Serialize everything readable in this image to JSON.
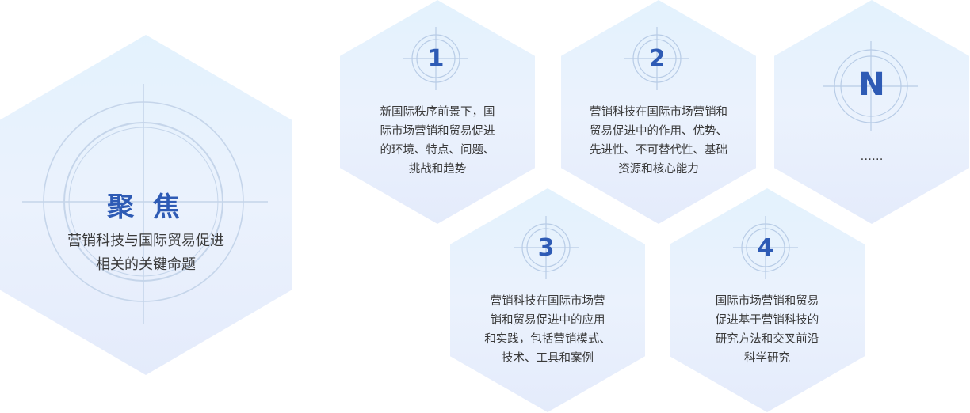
{
  "main": {
    "title": "聚 焦",
    "subtitle_lines": [
      "营销科技与国际贸易促进",
      "相关的关键命题"
    ]
  },
  "cards": [
    {
      "number": "1",
      "lines": [
        "新国际秩序前景下，国",
        "际市场营销和贸易促进",
        "的环境、特点、问题、",
        "挑战和趋势"
      ]
    },
    {
      "number": "2",
      "lines": [
        "营销科技在国际市场营销和",
        "贸易促进中的作用、优势、",
        "先进性、不可替代性、基础",
        "资源和核心能力"
      ]
    },
    {
      "number": "N",
      "lines": [
        "……"
      ]
    },
    {
      "number": "3",
      "lines": [
        "营销科技在国际市场营",
        "销和贸易促进中的应用",
        "和实践，包括营销模式、",
        "技术、工具和案例"
      ]
    },
    {
      "number": "4",
      "lines": [
        "国际市场营销和贸易",
        "促进基于营销科技的",
        "研究方法和交叉前沿",
        "科学研究"
      ]
    }
  ],
  "colors": {
    "accent": "#2e5bb5",
    "text": "#3a3a3a",
    "hex_fill": "#e6f0fc",
    "crosshair": "#c5d4e8"
  },
  "icons": [
    "crosshair-target-icon"
  ]
}
